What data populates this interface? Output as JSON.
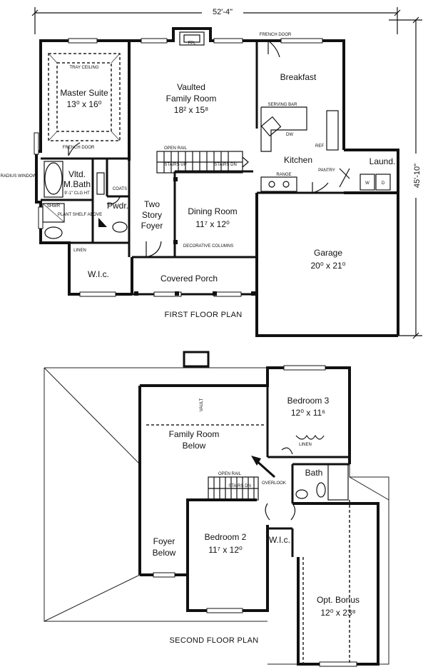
{
  "overall": {
    "width": "52'-4\"",
    "depth": "45'-10\""
  },
  "first_floor": {
    "title": "FIRST FLOOR PLAN",
    "master_suite": {
      "name": "Master Suite",
      "size": "13⁰ x 16⁰"
    },
    "tray_ceiling": "TRAY CEILING",
    "french_door_1": "FRENCH DOOR",
    "radius_window": "RADIUS WINDOW",
    "mbath": {
      "name1": "Vltd.",
      "name2": "M.Bath",
      "note": "9'-1\" CLG HT"
    },
    "coats": "COATS",
    "shwr": "SHWR",
    "plant_shelf": "PLANT SHELF ABOVE",
    "pwdr": "Pwdr.",
    "linen": "LINEN",
    "wic": "W.I.c.",
    "fpl": "FPL",
    "family": {
      "name1": "Vaulted",
      "name2": "Family Room",
      "size": "18² x 15⁸"
    },
    "french_door_2": "FRENCH DOOR",
    "breakfast": "Breakfast",
    "serving_bar": "SERVING BAR",
    "dw": "DW",
    "ref": "REF",
    "kitchen": "Kitchen",
    "pantry": "PANTRY",
    "laundry": "Laund.",
    "w": "W",
    "d": "D",
    "range": "RANGE",
    "open_rail": "OPEN RAIL",
    "stairs_up": "STAIRS UP",
    "stairs_dn": "STAIRS DN",
    "foyer": {
      "name1": "Two",
      "name2": "Story",
      "name3": "Foyer"
    },
    "dining": {
      "name": "Dining Room",
      "size": "11⁷ x 12⁰"
    },
    "columns": "DECORATIVE COLUMNS",
    "porch": "Covered Porch",
    "garage": {
      "name": "Garage",
      "size": "20⁰ x 21⁰"
    }
  },
  "second_floor": {
    "title": "SECOND FLOOR PLAN",
    "vault": "VAULT",
    "family_below": {
      "name1": "Family Room",
      "name2": "Below"
    },
    "bedroom3": {
      "name": "Bedroom 3",
      "size": "12⁰ x 11⁶"
    },
    "linen": "LINEN",
    "bath": "Bath",
    "open_rail": "OPEN RAIL",
    "stairs_dn": "STAIRS DN",
    "overlook": "OVERLOOK",
    "foyer_below": {
      "name1": "Foyer",
      "name2": "Below"
    },
    "bedroom2": {
      "name": "Bedroom 2",
      "size": "11⁷ x 12⁰"
    },
    "wic": "W.I.c.",
    "bonus": {
      "name": "Opt. Bonus",
      "size": "12⁰ x 23⁸"
    }
  }
}
